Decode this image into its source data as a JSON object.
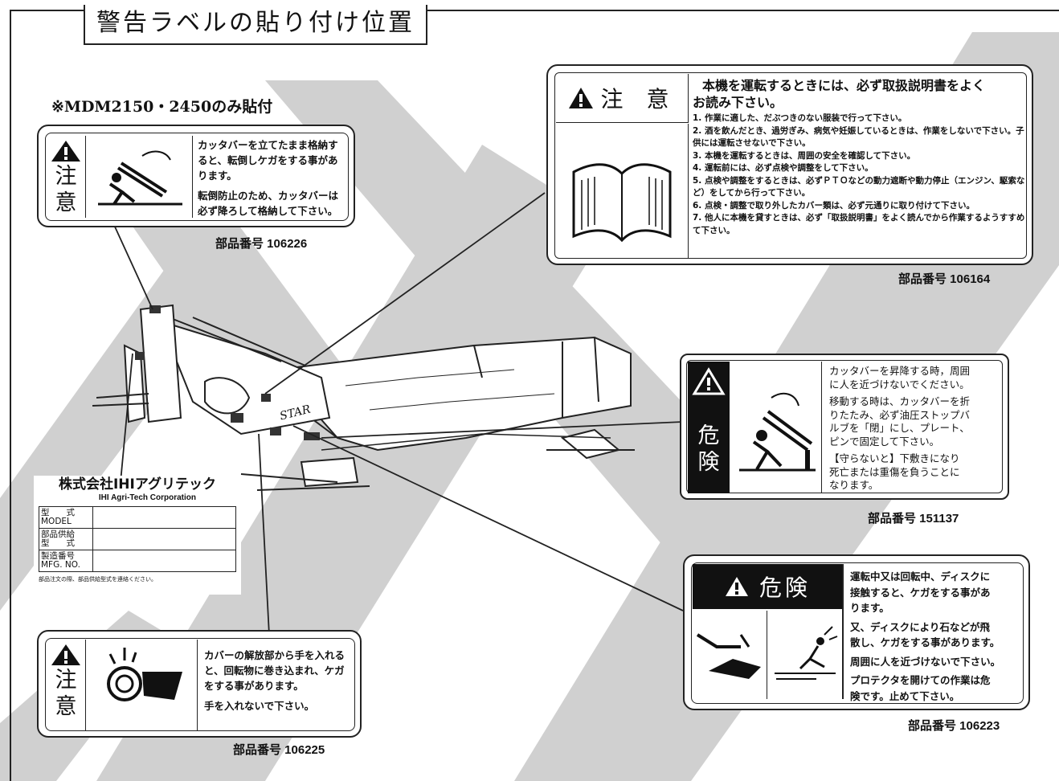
{
  "page": {
    "title": "警告ラベルの貼り付け位置",
    "note": "※MDM2150・2450のみ貼付"
  },
  "label_106226": {
    "kanji": [
      "注",
      "意"
    ],
    "lines": [
      "カッタバーを立てたまま格納す",
      "ると、転倒しケガをする事があ",
      "ります。",
      "転倒防止のため、カッタバーは",
      "必ず降ろして格納して下さい。"
    ],
    "part_no": "部品番号  106226"
  },
  "label_106164": {
    "header": "注 意",
    "lead": [
      "本機を運転するときには、必ず取扱説明書をよく",
      "お読み下さい。"
    ],
    "items": [
      "1. 作業に適した、だぶつきのない服装で行って下さい。",
      "2. 酒を飲んだとき、過労ぎみ、病気や妊娠しているときは、作業をしないで下さい。子供には運転させないで下さい。",
      "3. 本機を運転するときは、周囲の安全を確認して下さい。",
      "4. 運転前には、必ず点検や調整をして下さい。",
      "5. 点検や調整をするときは、必ずＰＴＯなどの動力遮断や動力停止（エンジン、駆索など）をしてから行って下さい。",
      "6. 点検・調整で取り外したカバー類は、必ず元通りに取り付けて下さい。",
      "7. 他人に本機を貸すときは、必ず「取扱説明書」をよく読んでから作業するようすすめて下さい。"
    ],
    "part_no": "部品番号  106164"
  },
  "label_151137": {
    "kanji": [
      "危",
      "険"
    ],
    "lines": [
      "カッタバーを昇降する時，周囲",
      "に人を近づけないでください。",
      "移動する時は、カッタバーを折",
      "りたたみ、必ず油圧ストップバ",
      "ルブを「閉」にし、プレート、",
      "ピンで固定して下さい。",
      "【守らないと】下敷きになり",
      "死亡または重傷を負うことに",
      "なります。"
    ],
    "part_no": "部品番号  151137"
  },
  "label_106223": {
    "header": "危険",
    "lines": [
      "運転中又は回転中、ディスクに",
      "接触すると、ケガをする事があ",
      "ります。",
      "又、ディスクにより石などが飛",
      "散し、ケガをする事があります。",
      "周囲に人を近づけないで下さい。",
      "プロテクタを開けての作業は危",
      "険です。止めて下さい。"
    ],
    "part_no": "部品番号  106223"
  },
  "label_106225": {
    "kanji": [
      "注",
      "意"
    ],
    "lines": [
      "カバーの解放部から手を入れる",
      "と、回転物に巻き込まれ、ケガ",
      "をする事があります。",
      "手を入れないで下さい。"
    ],
    "part_no": "部品番号  106225"
  },
  "nameplate": {
    "company": "株式会社IHIアグリテック",
    "company_en": "IHI Agri-Tech Corporation",
    "rows": [
      [
        "型　　式",
        "MODEL"
      ],
      [
        "部品供給",
        "型　　式"
      ],
      [
        "製造番号",
        "MFG. NO."
      ]
    ],
    "footer": "部品注文の際、部品供給型式を連絡ください。"
  },
  "machine": {
    "brand_decal": "STAR"
  }
}
